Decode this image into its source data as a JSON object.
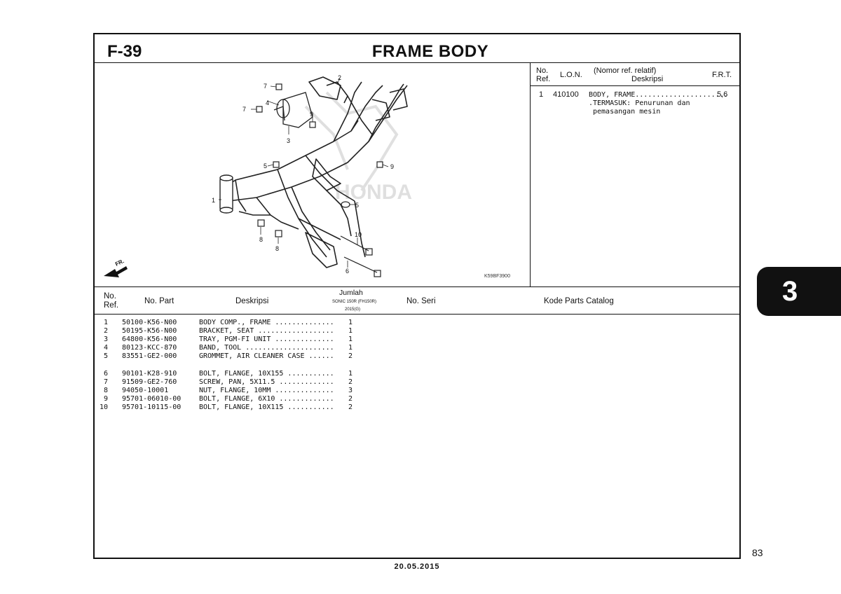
{
  "header": {
    "code": "F-39",
    "title": "FRAME BODY"
  },
  "ref_table": {
    "head": {
      "no": "No.",
      "ref": "Ref.",
      "lon": "L.O.N.",
      "desc_top": "(Nomor ref. relatif)",
      "desc_bottom": "Deskripsi",
      "frt": "F.R.T."
    },
    "rows": [
      {
        "no": "1",
        "lon": "410100",
        "desc": "BODY, FRAME......................",
        "frt": "5,6",
        "note1": ".TERMASUK: Penurunan dan",
        "note2": "pemasangan mesin"
      }
    ]
  },
  "diagram": {
    "callouts": [
      "1",
      "2",
      "3",
      "4",
      "5",
      "5",
      "6",
      "7",
      "7",
      "8",
      "8",
      "9",
      "9",
      "10"
    ],
    "code": "K59BF3900",
    "front_arrow": "FR.",
    "watermark": "HONDA"
  },
  "parts_table": {
    "head": {
      "no": "No.",
      "ref": "Ref.",
      "part": "No. Part",
      "desc": "Deskripsi",
      "qty": "Jumlah",
      "model": "SONIC 150R (FH150R)",
      "year": "2015(G)",
      "serial": "No. Seri",
      "catalog": "Kode Parts Catalog"
    },
    "rows": [
      {
        "no": "1",
        "part": "50100-K56-N00",
        "desc": "BODY COMP., FRAME ..............",
        "qty": "1"
      },
      {
        "no": "2",
        "part": "50195-K56-N00",
        "desc": "BRACKET, SEAT ..................",
        "qty": "1"
      },
      {
        "no": "3",
        "part": "64800-K56-N00",
        "desc": "TRAY, PGM-FI UNIT ..............",
        "qty": "1"
      },
      {
        "no": "4",
        "part": "80123-KCC-870",
        "desc": "BAND, TOOL .....................",
        "qty": "1"
      },
      {
        "no": "5",
        "part": "83551-GE2-000",
        "desc": "GROMMET, AIR CLEANER CASE ......",
        "qty": "2"
      },
      {
        "no": "6",
        "part": "90101-K28-910",
        "desc": "BOLT, FLANGE, 10X155 ...........",
        "qty": "1"
      },
      {
        "no": "7",
        "part": "91509-GE2-760",
        "desc": "SCREW, PAN, 5X11.5 .............",
        "qty": "2"
      },
      {
        "no": "8",
        "part": "94050-10001",
        "desc": "NUT, FLANGE, 10MM ..............",
        "qty": "3"
      },
      {
        "no": "9",
        "part": "95701-06010-00",
        "desc": "BOLT, FLANGE, 6X10 .............",
        "qty": "2"
      },
      {
        "no": "10",
        "part": "95701-10115-00",
        "desc": "BOLT, FLANGE, 10X115 ...........",
        "qty": "2"
      }
    ]
  },
  "side_tab": "3",
  "page_number": "83",
  "footer_date": "20.05.2015"
}
